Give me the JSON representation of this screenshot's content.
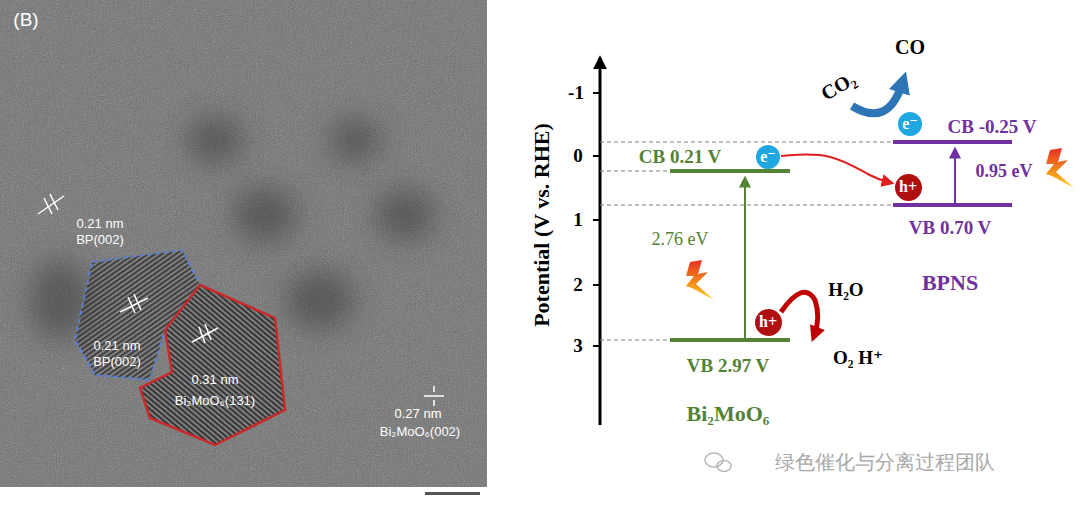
{
  "diagram": {
    "nodes": [
      {
        "text": [
          "e⁻"
        ]
      },
      {
        "text": [
          "h+"
        ]
      },
      {
        "text": [
          "e⁻"
        ]
      },
      {
        "text": [
          "h+"
        ]
      }
    ],
    "edges": [
      {
        "from": 0,
        "to": 1,
        "arrow": "to"
      }
    ],
    "labels": [
      "(B)",
      "0.21 nm",
      "BP(002)",
      "0.21 nm",
      "BP(002)",
      "0.31 nm",
      "Bi₂MoO₆(131)",
      "0.27 nm",
      "Bi₂MoO₆(002)",
      "-1",
      "0",
      "1",
      "2",
      "3",
      "Potential (V vs. RHE)",
      "CB 0.21 V",
      "2.76 eV",
      "VB 2.97 V",
      "Bi₂MoO₆",
      "CO₂",
      "CO",
      "CB -0.25 V",
      "0.95 eV",
      "VB 0.70 V",
      "BPNS",
      "H₂O",
      "O₂ H⁺",
      "绿色催化与分离过程团队"
    ]
  }
}
